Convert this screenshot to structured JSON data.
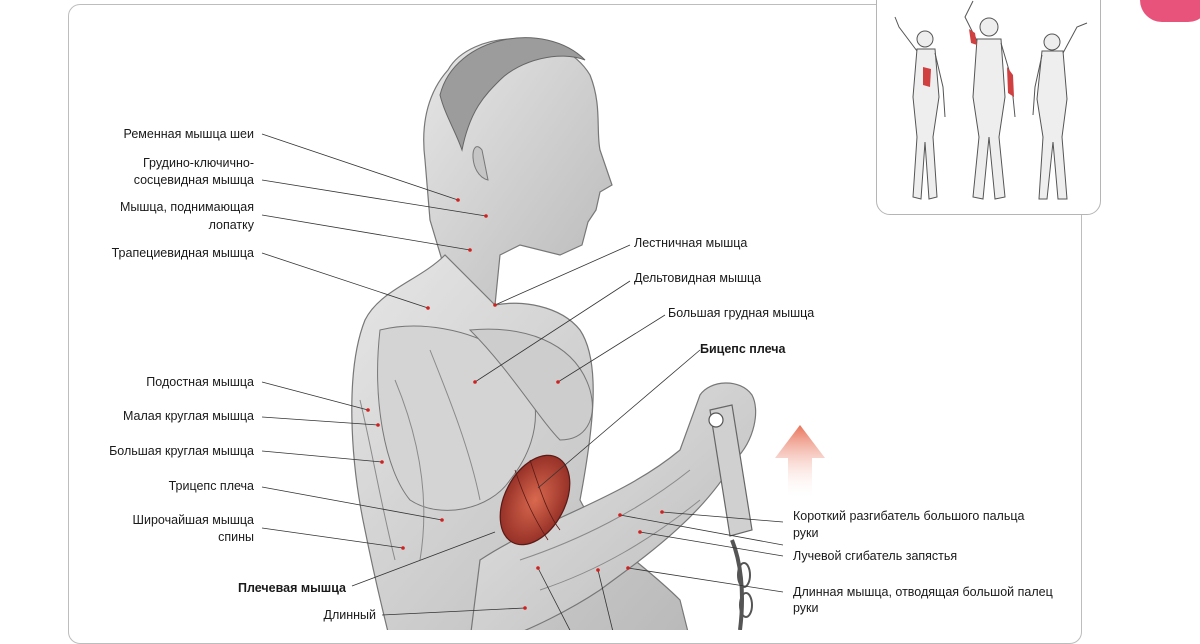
{
  "labels": {
    "splenius": "Ременная мышца шеи",
    "scm_l1": "Грудино-ключично-",
    "scm_l2": "сосцевидная мышца",
    "levator_l1": "Мышца, поднимающая",
    "levator_l2": "лопатку",
    "trapezius": "Трапециевидная мышца",
    "infraspinatus": "Подостная мышца",
    "teres_minor": "Малая круглая мышца",
    "teres_major": "Большая круглая мышца",
    "triceps": "Трицепс плеча",
    "latissimus_l1": "Широчайшая мышца",
    "latissimus_l2": "спины",
    "brachialis": "Плечевая мышца",
    "long": "Длинный",
    "scalene": "Лестничная мышца",
    "deltoid": "Дельтовидная мышца",
    "pectoralis": "Большая грудная мышца",
    "biceps": "Бицепс плеча",
    "ext_pollicis_l1": "Короткий разгибатель большого пальца",
    "ext_pollicis_l2": "руки",
    "flexor_carpi": "Лучевой сгибатель запястья",
    "abductor_l1": "Длинная мышца, отводящая большой палец",
    "abductor_l2": "руки"
  },
  "colors": {
    "highlight_muscle": "#b5372f",
    "arrow": "#e8735a",
    "badge": "#e8537c",
    "leader_line": "#333333",
    "marker_dot": "#d02020"
  }
}
